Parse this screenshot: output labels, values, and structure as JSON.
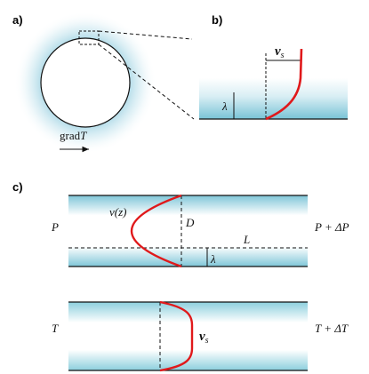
{
  "panels": {
    "a": {
      "label": "a)",
      "grad_prefix": "grad",
      "grad_symbol": "T"
    },
    "b": {
      "label": "b)",
      "velocity_symbol": "v",
      "velocity_sub": "s",
      "lambda_symbol": "λ"
    },
    "c": {
      "label": "c)",
      "top_channel": {
        "left_label": "P",
        "right_label": "P + ΔP",
        "profile_label": "v(z)",
        "width_label": "D",
        "length_label": "L",
        "lambda_label": "λ"
      },
      "bottom_channel": {
        "left_label": "T",
        "right_label": "T + ΔT",
        "velocity_symbol": "v",
        "velocity_sub": "s"
      }
    }
  },
  "colors": {
    "profile": "#e0191b",
    "fluid_edge": "#8ccfdd",
    "fluid_mid": "#ffffff",
    "line": "#1a1a1a"
  }
}
